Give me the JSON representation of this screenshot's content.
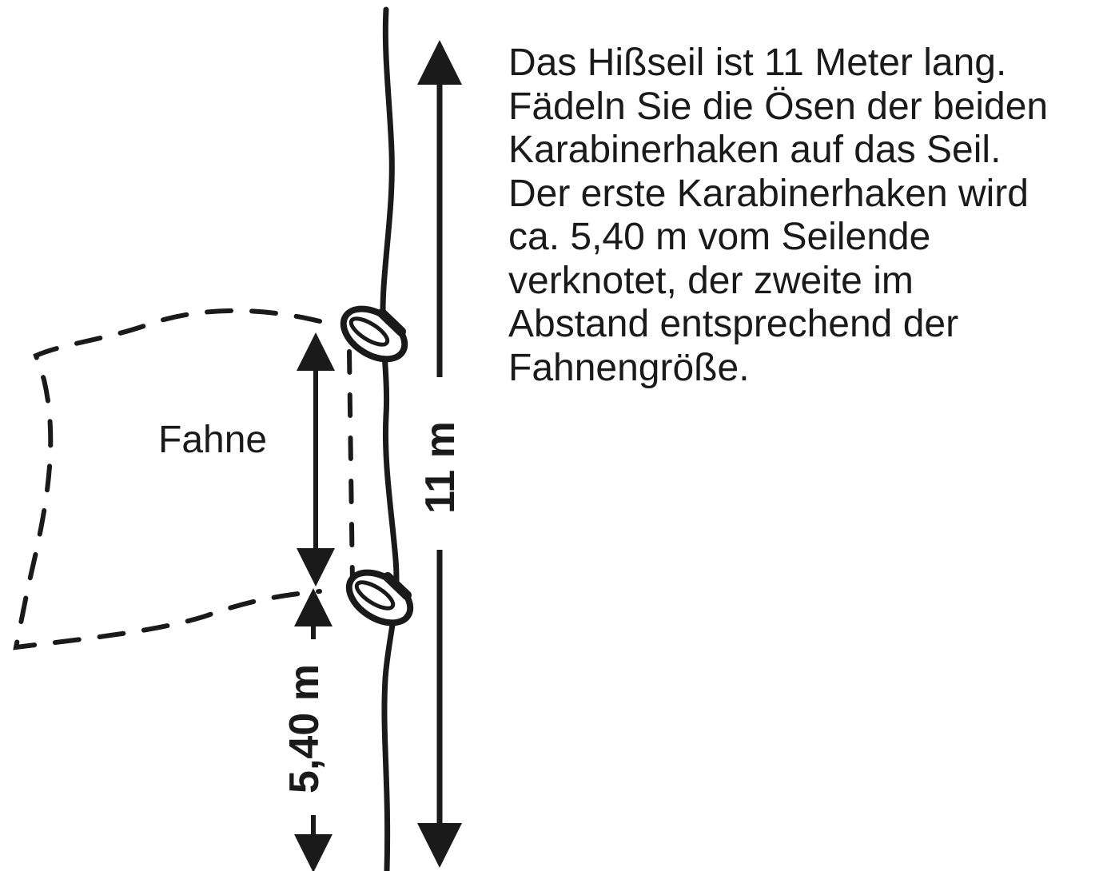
{
  "instructions": {
    "lines": [
      "Das Hißseil ist 11 Meter lang.",
      "Fädeln Sie die Ösen der beiden",
      "Karabinerhaken auf das Seil.",
      "Der erste Karabinerhaken wird",
      "ca. 5,40 m vom Seilende",
      "verknotet, der zweite im",
      "Abstand entsprechend der",
      "Fahnengröße."
    ]
  },
  "labels": {
    "flag": "Fahne",
    "rope_length": "11 m",
    "hook_distance": "5,40 m"
  },
  "colors": {
    "ink": "#1a1a1a",
    "background": "#ffffff"
  }
}
